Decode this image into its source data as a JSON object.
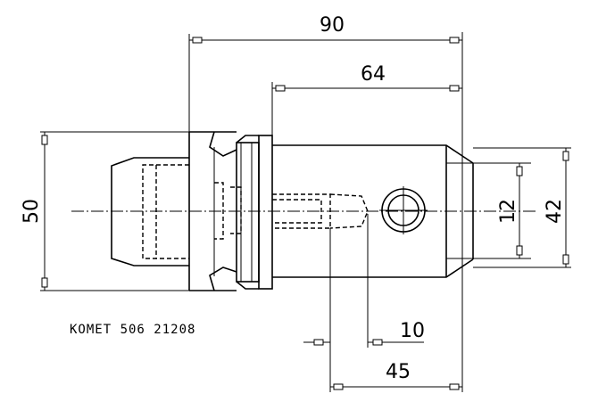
{
  "dimensions": {
    "overall_length": "90",
    "shank_length": "64",
    "flange_diameter": "50",
    "body_diameter": "42",
    "thread_diameter": "12",
    "port_width": "10",
    "port_position": "45"
  },
  "part_label": "КОМЕТ 506 21208"
}
